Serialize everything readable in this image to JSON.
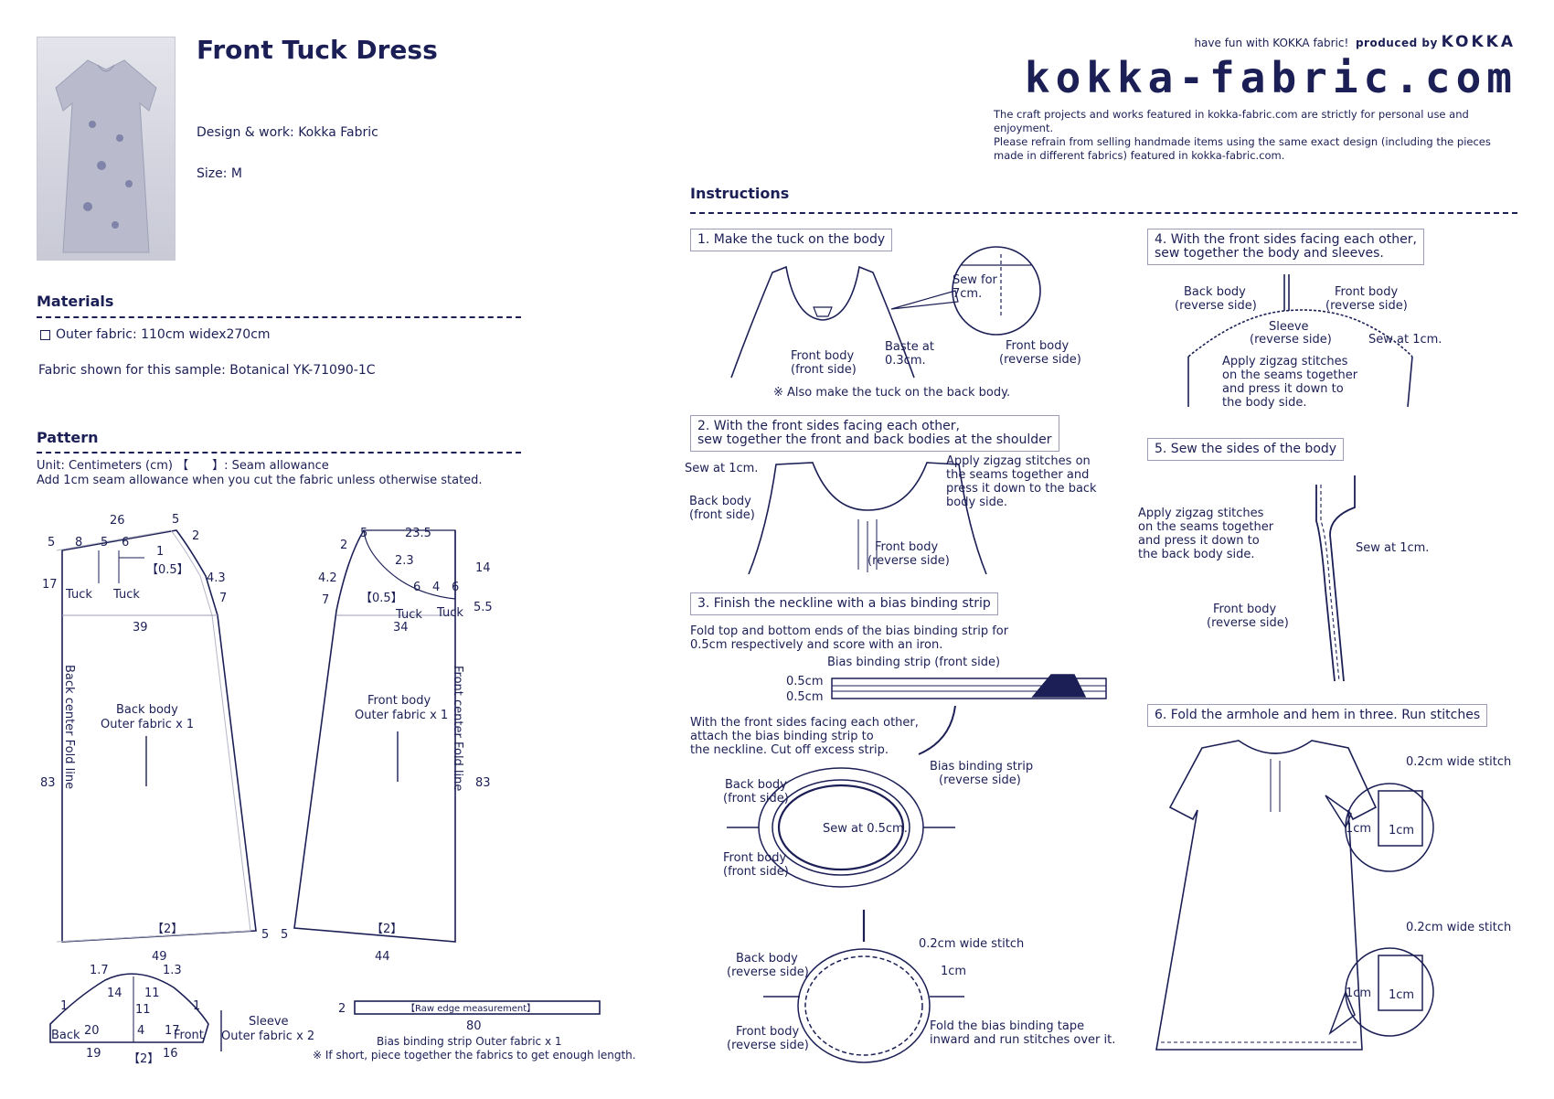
{
  "header": {
    "title": "Front Tuck Dress",
    "design_label": "Design & work: Kokka Fabric",
    "size_label": "Size: M",
    "tagline": "have fun with KOKKA fabric!",
    "produced_by": "produced by",
    "brand": "KOKKA",
    "site": "kokka-fabric.com",
    "notice": [
      "The craft projects and works featured in kokka-fabric.com are strictly for personal use and enjoyment.",
      "Please refrain from selling handmade items using the same exact design (including the pieces",
      "made in different fabrics) featured in kokka-fabric.com."
    ]
  },
  "materials": {
    "title": "Materials",
    "item": "Outer fabric: 110cm widex270cm",
    "fabric_note": "Fabric shown for this sample: Botanical YK-71090-1C"
  },
  "pattern": {
    "title": "Pattern",
    "unit_line": "Unit: Centimeters (cm) 【　　】: Seam allowance",
    "allowance_line": "Add 1cm seam allowance when you cut the fabric unless otherwise stated.",
    "back_body": {
      "name": "Back body",
      "cut": "Outer fabric x 1",
      "fold": "Back center  Fold line",
      "dims": [
        "26",
        "5",
        "5",
        "8",
        "5",
        "6",
        "2",
        "1",
        "【0.5】",
        "17",
        "4.3",
        "7",
        "Tuck",
        "Tuck",
        "39",
        "83",
        "【2】",
        "5",
        "49"
      ]
    },
    "front_body": {
      "name": "Front body",
      "cut": "Outer fabric x 1",
      "fold": "Front center  Fold line",
      "dims": [
        "23.5",
        "5",
        "2",
        "2.3",
        "14",
        "4.2",
        "7",
        "【0.5】",
        "6",
        "4",
        "6",
        "5.5",
        "Tuck",
        "Tuck",
        "34",
        "83",
        "【2】",
        "5",
        "44"
      ]
    },
    "sleeve": {
      "name": "Sleeve",
      "cut": "Outer fabric x 2",
      "dims": [
        "1.7",
        "1.3",
        "14",
        "11",
        "1",
        "1",
        "11",
        "20",
        "4",
        "17",
        "Back",
        "Front",
        "19",
        "16",
        "【2】"
      ]
    },
    "bias": {
      "seam": "2",
      "label": "【Raw edge measurement】",
      "length": "80",
      "name": "Bias binding strip   Outer fabric x 1",
      "note": "※ If short, piece together the fabrics to get enough length."
    }
  },
  "instructions": {
    "title": "Instructions",
    "steps": [
      {
        "label": "1. Make the tuck on the body",
        "notes": [
          "Sew for",
          "7cm.",
          "Front body",
          "(front side)",
          "Baste at",
          "0.3cm.",
          "Front body",
          "(reverse side)",
          "※ Also make the tuck on the back body."
        ]
      },
      {
        "label_1": "2. With the front sides facing each other,",
        "label_2": "sew together the front and back bodies at the shoulder",
        "notes": [
          "Sew at 1cm.",
          "Back body",
          "(front side)",
          "Apply zigzag stitches on",
          "the seams together and",
          "press it down to the back",
          "body side.",
          "Front body",
          "(reverse side)"
        ]
      },
      {
        "label": "3. Finish the neckline with a bias binding strip",
        "notes": [
          "Fold top and bottom ends of the bias binding strip for",
          "0.5cm respectively and score with an iron.",
          "Bias binding strip (front side)",
          "0.5cm",
          "0.5cm",
          "With the front sides facing each other,",
          "attach the bias binding strip to",
          "the neckline. Cut off excess strip.",
          "Back body",
          "(front side)",
          "Bias binding strip",
          "(reverse side)",
          "Sew at 0.5cm.",
          "Front body",
          "(front side)",
          "Back body",
          "(reverse side)",
          "0.2cm wide stitch",
          "1cm",
          "Front body",
          "(reverse side)",
          "Fold the bias binding tape",
          "inward and run stitches over it."
        ]
      },
      {
        "label_1": "4. With the front sides facing each other,",
        "label_2": "sew together the body and sleeves.",
        "notes": [
          "Back body",
          "(reverse side)",
          "Front body",
          "(reverse side)",
          "Sleeve",
          "(reverse side)",
          "Sew at 1cm.",
          "Apply zigzag stitches",
          "on the seams together",
          "and press it down to",
          "the body side."
        ]
      },
      {
        "label": "5. Sew the sides of the body",
        "notes": [
          "Apply zigzag stitches",
          "on the seams together",
          "and press it down to",
          "the back body side.",
          "Sew at 1cm.",
          "Front body",
          "(reverse side)"
        ]
      },
      {
        "label": "6. Fold the armhole and hem in three. Run stitches",
        "notes": [
          "0.2cm wide stitch",
          "1cm",
          "1cm",
          "0.2cm wide stitch",
          "1cm",
          "1cm"
        ]
      }
    ]
  }
}
